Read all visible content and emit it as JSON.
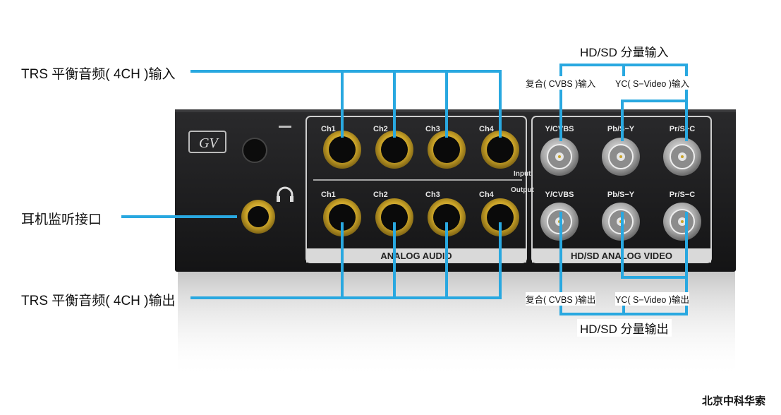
{
  "labels": {
    "trs_in": "TRS 平衡音频( 4CH )输入",
    "headphone": "耳机监听接口",
    "trs_out": "TRS 平衡音频( 4CH )输出",
    "hdsd_in": "HD/SD 分量输入",
    "cvbs_in": "复合( CVBS )输入",
    "yc_in": "YC( S−Video )输入",
    "cvbs_out": "复合( CVBS )输出",
    "yc_out": "YC( S−Video )输出",
    "hdsd_out": "HD/SD 分量输出"
  },
  "panel": {
    "input_channels": [
      "Ch1",
      "Ch2",
      "Ch3",
      "Ch4"
    ],
    "output_channels": [
      "Ch1",
      "Ch2",
      "Ch3",
      "Ch4"
    ],
    "video_in_ports": [
      "Y/CVBS",
      "Pb/S−Y",
      "Pr/S−C"
    ],
    "video_out_ports": [
      "Y/CVBS",
      "Pb/S−Y",
      "Pr/S−C"
    ],
    "input_tag": "Input",
    "output_tag": "Output",
    "analog_audio": "ANALOG AUDIO",
    "analog_video": "HD/SD ANALOG VIDEO",
    "logo": "GV"
  },
  "brand": "北京中科华索",
  "colors": {
    "callout": "#29a8e0",
    "panel": "#1c1c1e",
    "gold": "#c9a227"
  }
}
